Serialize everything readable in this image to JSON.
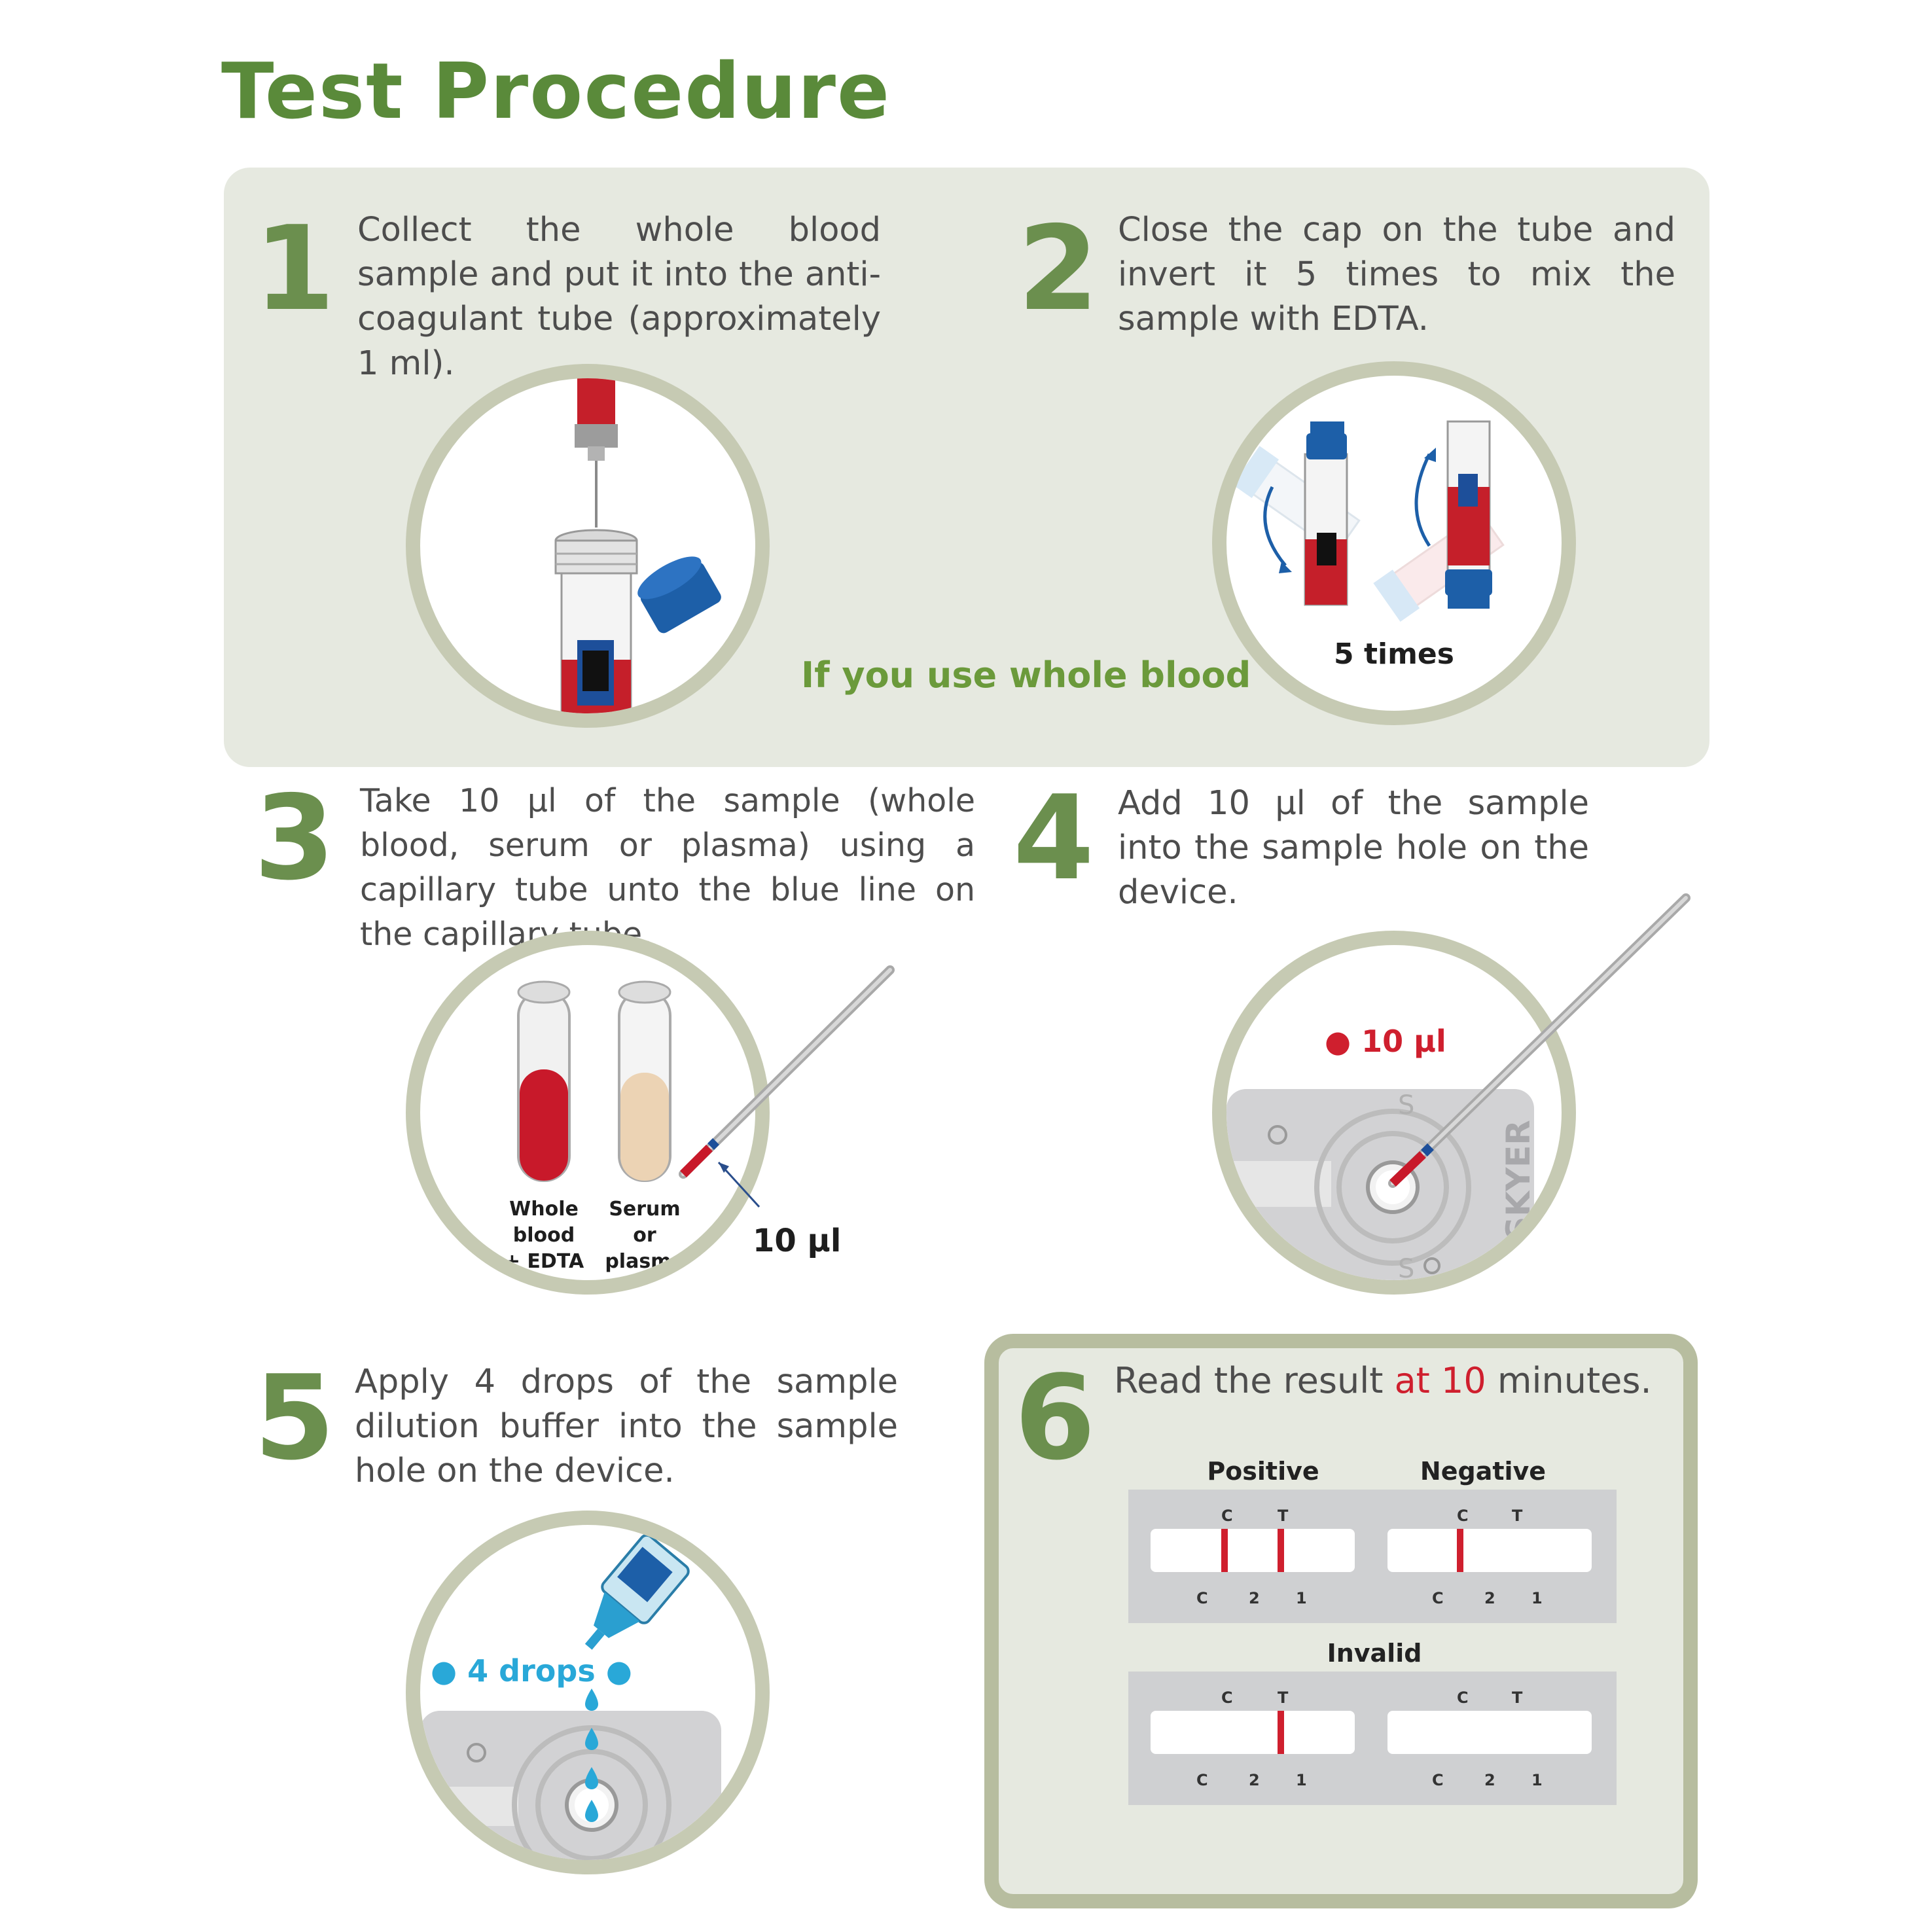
{
  "title": "Test Procedure",
  "steps": [
    {
      "number": "1",
      "text": "Collect the whole blood sample and put it into the anti-coagulant tube (approximately 1 ml)."
    },
    {
      "number": "2",
      "text": "Close the cap on the tube and invert it 5 times to mix the sample with EDTA."
    },
    {
      "number": "3",
      "text": "Take 10 µl of the sample (whole blood, serum or plasma) using a capillary tube unto the blue line on the capillary tube."
    },
    {
      "number": "4",
      "text": "Add 10 µl of the sample into the sample hole on the device."
    },
    {
      "number": "5",
      "text": "Apply 4 drops of the sample dilution buffer into the sample hole on the device."
    },
    {
      "number": "6",
      "text_before": "Read the result ",
      "text_highlight": "at 10",
      "text_after": " minutes."
    }
  ],
  "whole_blood_note": "If you use whole blood",
  "labels": {
    "five_times": "5 times",
    "whole_blood_l1": "Whole",
    "whole_blood_l2": "blood",
    "whole_blood_l3": "+ EDTA",
    "serum_l1": "Serum or",
    "serum_l2": "plasma",
    "step3_volume": "10 µl",
    "step4_volume": "10 µl",
    "four_drops": "4 drops",
    "device_brand": "SKYER",
    "sample_mark": "S"
  },
  "results": {
    "positive": "Positive",
    "negative": "Negative",
    "invalid": "Invalid",
    "top_c": "C",
    "top_t": "T",
    "bottom_c": "C",
    "bottom_2": "2",
    "bottom_1": "1"
  },
  "colors": {
    "green_title": "#5a8a3a",
    "green_number": "#6b8f4e",
    "panel_bg": "#e6e9e0",
    "circle_border": "#c6cab3",
    "blood_red": "#cf1f2e",
    "cap_blue": "#1d5fa8",
    "drop_blue": "#29a8d8"
  }
}
